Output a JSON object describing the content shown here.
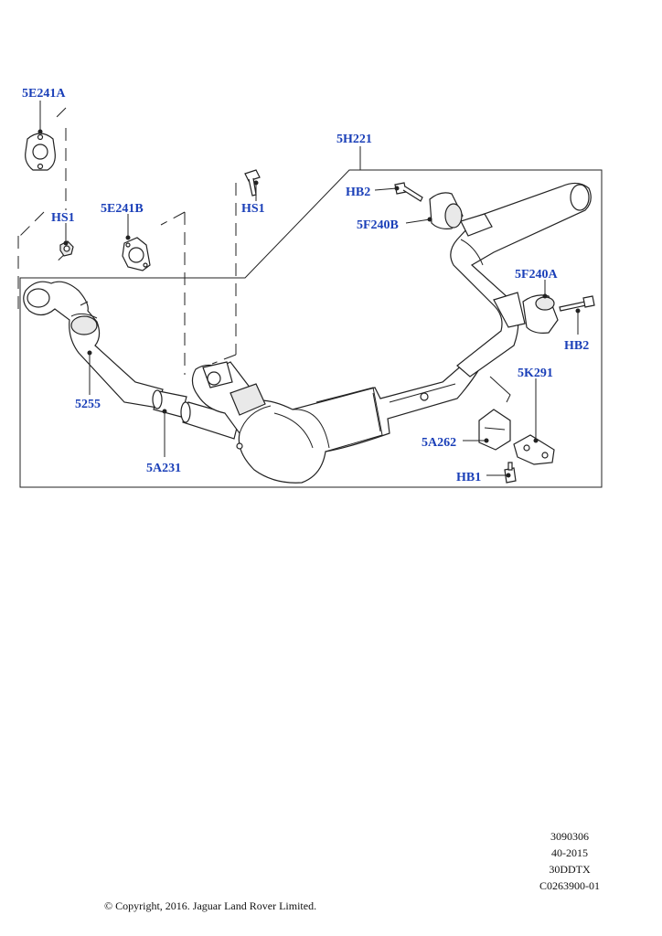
{
  "callouts": {
    "c_5E241A": "5E241A",
    "c_HS1_left": "HS1",
    "c_5E241B": "5E241B",
    "c_HS1_mid": "HS1",
    "c_5H221": "5H221",
    "c_HB2_top": "HB2",
    "c_5F240B": "5F240B",
    "c_5F240A": "5F240A",
    "c_HB2_right": "HB2",
    "c_5K291": "5K291",
    "c_5A262": "5A262",
    "c_HB1": "HB1",
    "c_5255": "5255",
    "c_5A231": "5A231"
  },
  "footer": {
    "line1": "3090306",
    "line2": "40-2015",
    "line3": "30DDTX",
    "line4": "C0263900-01",
    "copyright": "© Copyright, 2016. Jaguar Land Rover Limited."
  },
  "colors": {
    "callout": "#1a3fb8",
    "line": "#222222"
  }
}
